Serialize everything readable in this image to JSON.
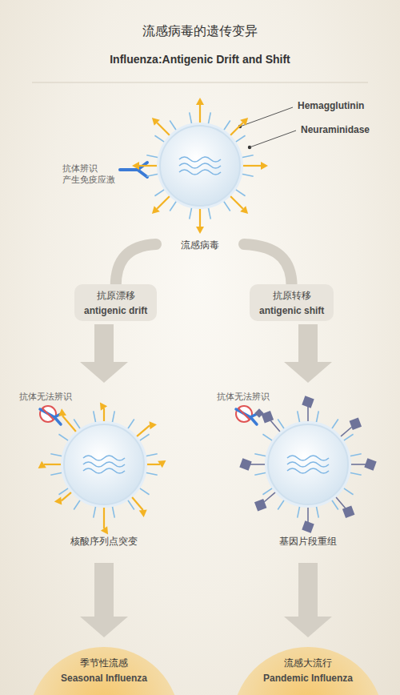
{
  "diagram": {
    "title": "流感病毒的遗传变异",
    "nodes": [
      {
        "text": [
          "流感病毒"
        ]
      },
      {
        "text": [
          "抗原漂移",
          "antigenic drift"
        ]
      },
      {
        "text": [
          "抗原转移",
          "antigenic shift"
        ]
      },
      {
        "text": [
          "核酸序列点突变"
        ]
      },
      {
        "text": [
          "基因片段重组"
        ]
      },
      {
        "text": [
          "季节性流感",
          "Seasonal Influenza"
        ]
      },
      {
        "text": [
          "流感大流行",
          "Pandemic Influenza"
        ]
      }
    ],
    "edges": [
      {
        "from": 0,
        "to": 1,
        "arrow": "none"
      },
      {
        "from": 0,
        "to": 2,
        "arrow": "none"
      },
      {
        "from": 1,
        "to": 3,
        "arrow": "to"
      },
      {
        "from": 2,
        "to": 4,
        "arrow": "to"
      },
      {
        "from": 3,
        "to": 5,
        "arrow": "to"
      },
      {
        "from": 4,
        "to": 6,
        "arrow": "to"
      }
    ],
    "labels": [
      "Influenza:Antigenic Drift and Shift",
      "Hemagglutinin",
      "Neuraminidase",
      "抗体辨识 产生免疫应激",
      "抗体无法辨识",
      "抗体无法辨识"
    ]
  }
}
